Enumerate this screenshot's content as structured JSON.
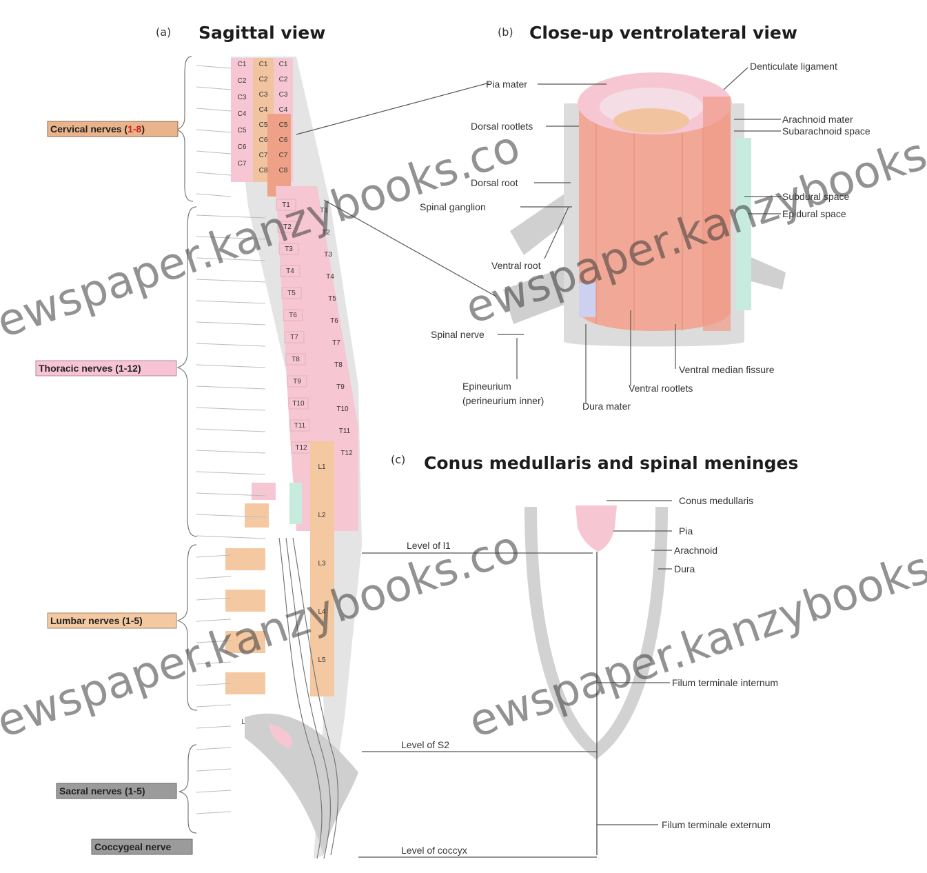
{
  "panels": {
    "a": {
      "letter": "(a)",
      "title": "Sagittal view"
    },
    "b": {
      "letter": "(b)",
      "title": "Close-up ventrolateral view"
    },
    "c": {
      "letter": "(c)",
      "title": "Conus medullaris and spinal meninges"
    }
  },
  "nerve_groups": {
    "cervical": {
      "label": "Cervical nerves (",
      "range": "1-8",
      "close": ")",
      "color": "#e9b48b"
    },
    "thoracic": {
      "label": "Thoracic nerves (1-12)",
      "color": "#f6c4d4"
    },
    "lumbar": {
      "label": "Lumbar nerves (1-5)",
      "color": "#f4c9a2"
    },
    "sacral": {
      "label": "Sacral nerves (1-5)",
      "color": "#9b9b9b"
    },
    "coccygeal": {
      "label": "Coccygeal nerve",
      "color": "#9b9b9b"
    }
  },
  "vertebra_labels": {
    "cervical": [
      "C1",
      "C2",
      "C3",
      "C4",
      "C5",
      "C6",
      "C7"
    ],
    "cervical_nerves": [
      "C1",
      "C2",
      "C3",
      "C4",
      "C5",
      "C6",
      "C7",
      "C8"
    ],
    "thoracic": [
      "T1",
      "T2",
      "T3",
      "T4",
      "T5",
      "T6",
      "T7",
      "T8",
      "T9",
      "T10",
      "T11",
      "T12"
    ],
    "lumbar": [
      "L1",
      "L2",
      "L3",
      "L4",
      "L5"
    ]
  },
  "panel_b_labels": {
    "pia_mater": "Pia mater",
    "dorsal_rootlets": "Dorsal rootlets",
    "dorsal_root": "Dorsal root",
    "spinal_ganglion": "Spinal ganglion",
    "ventral_root": "Ventral root",
    "spinal_nerve": "Spinal nerve",
    "epineurium": "Epineurium",
    "perineurium": "(perineurium inner)",
    "dura_mater": "Dura mater",
    "ventral_rootlets": "Ventral rootlets",
    "ventral_median_fissure": "Ventral median fissure",
    "denticulate_ligament": "Denticulate ligament",
    "arachnoid_mater": "Arachnoid mater",
    "subarachnoid_space": "Subarachnoid space",
    "subdural_space": "Subdural space",
    "epidural_space": "Epidural space"
  },
  "panel_c_labels": {
    "conus_medullaris": "Conus medullaris",
    "pia": "Pia",
    "arachnoid": "Arachnoid",
    "dura": "Dura",
    "filum_internum": "Filum terminale internum",
    "filum_externum": "Filum terminale externum",
    "level_l1": "Level of l1",
    "level_s2": "Level of S2",
    "level_coccyx": "Level of coccyx"
  },
  "watermarks": [
    "ewspaper.kanzybooks.co",
    "ewspaper.kanzybooks.co",
    "ewspaper.kanzybooks.co",
    "ewspaper.kanzybooks.co"
  ],
  "colors": {
    "cord_salmon": "#f2a896",
    "pia_pink": "#f7c6d3",
    "dura_gray": "#d6d6d6",
    "lumbar_tan": "#f4c9a2",
    "cervical_tan": "#f1c39f",
    "csf_teal": "#c7ecdf",
    "ventral_blue": "#cdd1ef"
  }
}
